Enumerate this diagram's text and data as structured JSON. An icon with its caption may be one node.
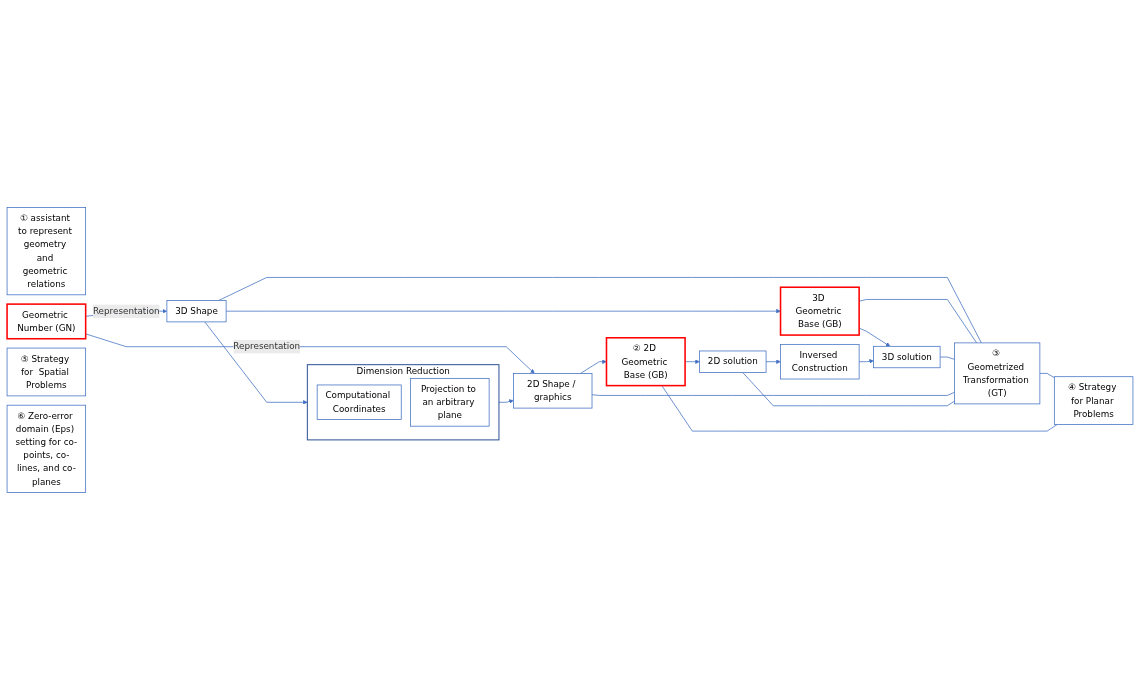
{
  "diagram": {
    "nodes": [
      {
        "text": [
          "① assistant to represent geometry and geometric relations"
        ]
      },
      {
        "text": [
          "Geometric Number (GN)"
        ]
      },
      {
        "text": [
          "3D Shape"
        ]
      },
      {
        "text": [
          "Dimension Reduction"
        ]
      },
      {
        "text": [
          "Computational Coordinates"
        ],
        "in": 3
      },
      {
        "text": [
          "Projection to an arbitrary plane"
        ],
        "in": 3
      },
      {
        "text": [
          "2D Shape / graphics"
        ]
      },
      {
        "text": [
          "⑤ Strategy for  Spatial Problems"
        ]
      },
      {
        "text": [
          "3D Geometric Base (GB)"
        ]
      },
      {
        "text": [
          "3D solution"
        ]
      },
      {
        "text": [
          "③ Geometrized Transformation (GT)"
        ]
      },
      {
        "text": [
          "④ Strategy for Planar Problems"
        ]
      },
      {
        "text": [
          "② 2D Geometric Base (GB)"
        ]
      },
      {
        "text": [
          "2D solution"
        ]
      },
      {
        "text": [
          "Inversed Construction"
        ]
      },
      {
        "text": [
          "⑥ Zero-error domain (Eps) setting for co-points, co-lines, and co-planes"
        ]
      }
    ],
    "edges": [
      {
        "from": 1,
        "to": 2,
        "arrow": "to",
        "label": "Representation"
      },
      {
        "from": 1,
        "to": 6,
        "arrow": "to",
        "label": "Representation"
      },
      {
        "from": 2,
        "to": 3,
        "arrow": "to"
      },
      {
        "from": 3,
        "to": 6,
        "arrow": "to"
      },
      {
        "from": 2,
        "to": 8,
        "arrow": "to"
      },
      {
        "from": 8,
        "to": 9,
        "arrow": "to"
      },
      {
        "from": 6,
        "to": 12,
        "arrow": "to"
      },
      {
        "from": 12,
        "to": 13,
        "arrow": "to"
      },
      {
        "from": 13,
        "to": 14,
        "arrow": "to"
      },
      {
        "from": 14,
        "to": 9,
        "arrow": "to"
      },
      {
        "from": 2,
        "to": 10,
        "arrow": "none"
      },
      {
        "from": 8,
        "to": 10,
        "arrow": "none"
      },
      {
        "from": 9,
        "to": 10,
        "arrow": "none"
      },
      {
        "from": 10,
        "to": 6,
        "arrow": "none"
      },
      {
        "from": 10,
        "to": 11,
        "arrow": "none"
      },
      {
        "from": 11,
        "to": 12,
        "arrow": "none"
      },
      {
        "from": 10,
        "to": 13,
        "arrow": "none"
      }
    ]
  }
}
